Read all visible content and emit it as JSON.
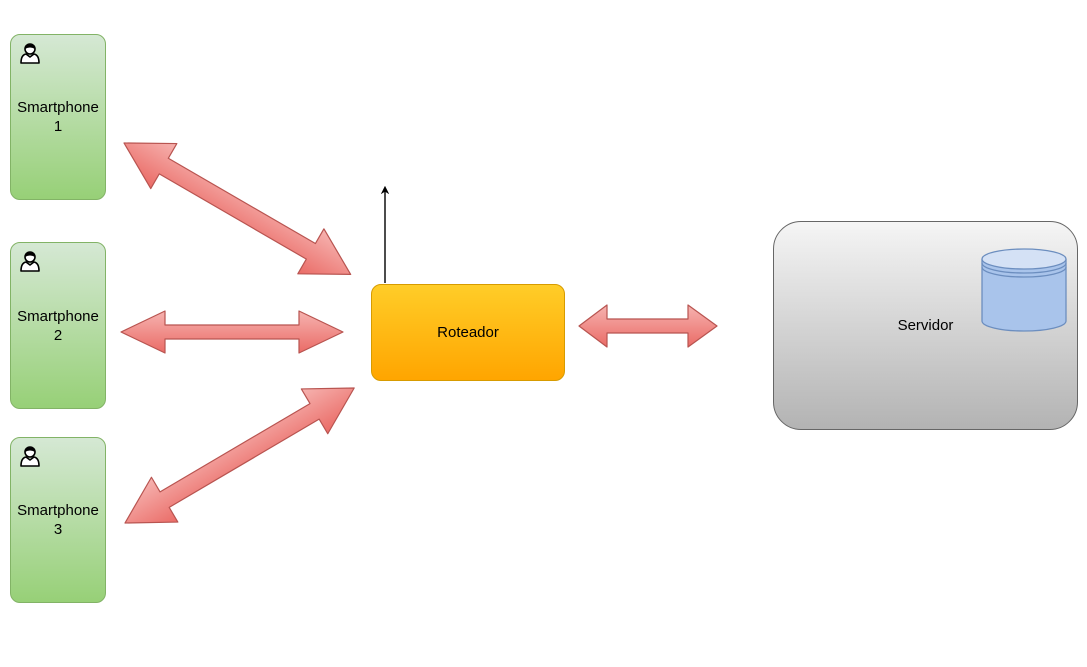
{
  "nodes": {
    "phone1": {
      "label": "Smartphone\n1",
      "icon": "user-icon"
    },
    "phone2": {
      "label": "Smartphone\n2",
      "icon": "user-icon"
    },
    "phone3": {
      "label": "Smartphone\n3",
      "icon": "user-icon"
    },
    "router": {
      "label": "Roteador"
    },
    "server": {
      "label": "Servidor",
      "icon": "database-icon"
    }
  },
  "edges": [
    {
      "from": "phone1",
      "to": "router",
      "style": "double-arrow"
    },
    {
      "from": "phone2",
      "to": "router",
      "style": "double-arrow"
    },
    {
      "from": "phone3",
      "to": "router",
      "style": "double-arrow"
    },
    {
      "from": "router",
      "to": "server",
      "style": "double-arrow"
    },
    {
      "from": "router",
      "to": "up",
      "style": "line-arrow"
    }
  ],
  "colors": {
    "phone_fill_top": "#d5e8d4",
    "phone_fill_bottom": "#97d077",
    "phone_stroke": "#82b366",
    "router_fill_top": "#ffcd28",
    "router_fill_bottom": "#ffa500",
    "router_stroke": "#d79b00",
    "server_fill_top": "#f5f5f5",
    "server_fill_bottom": "#b3b3b3",
    "server_stroke": "#666666",
    "arrow_fill": "#f19c99",
    "arrow_stroke": "#b85450",
    "db_fill": "#a9c4eb",
    "db_stroke": "#6c8ebf"
  }
}
